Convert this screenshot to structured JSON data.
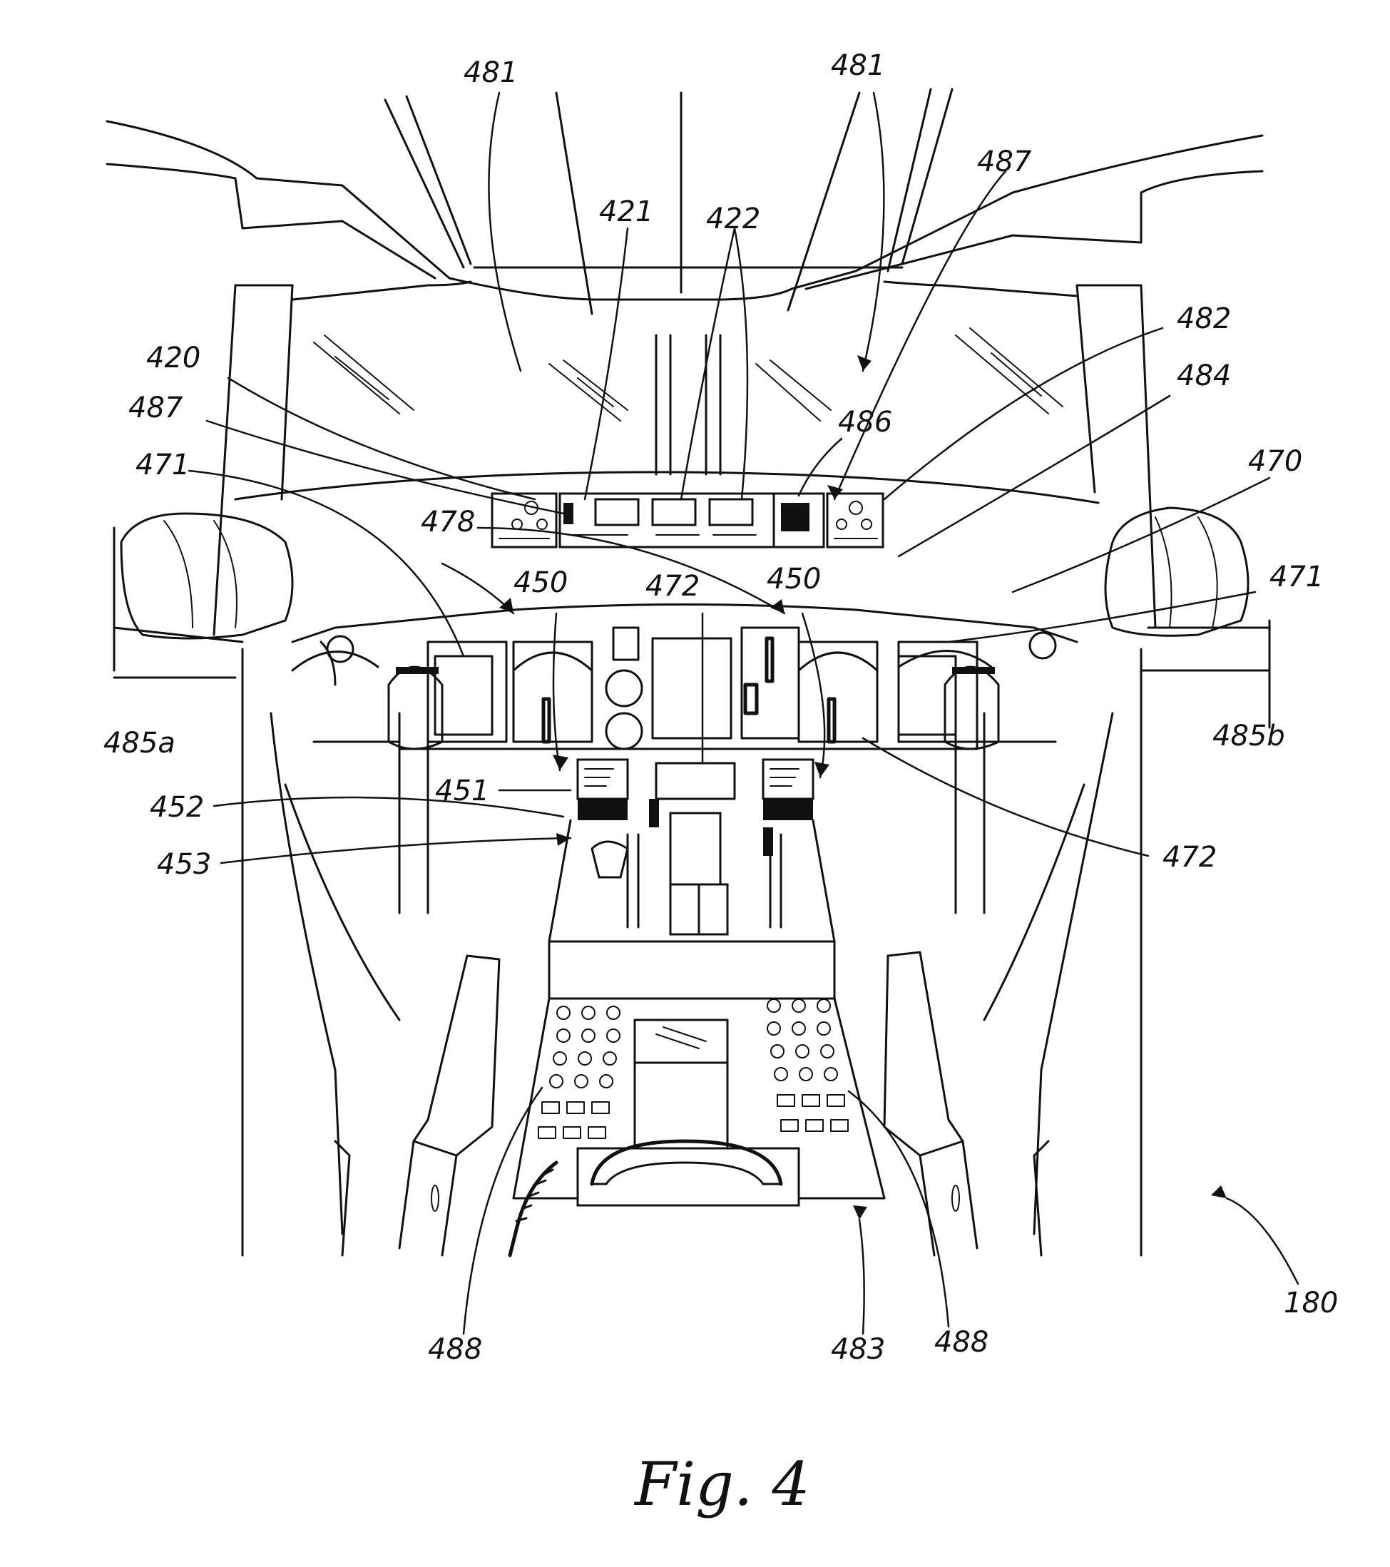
{
  "figure": {
    "caption": "Fig. 4",
    "reference_numerals": [
      {
        "id": "481a",
        "text": "481"
      },
      {
        "id": "481b",
        "text": "481"
      },
      {
        "id": "487a",
        "text": "487"
      },
      {
        "id": "487b",
        "text": "487"
      },
      {
        "id": "421",
        "text": "421"
      },
      {
        "id": "422",
        "text": "422"
      },
      {
        "id": "482",
        "text": "482"
      },
      {
        "id": "420",
        "text": "420"
      },
      {
        "id": "484",
        "text": "484"
      },
      {
        "id": "486",
        "text": "486"
      },
      {
        "id": "471a",
        "text": "471"
      },
      {
        "id": "471b",
        "text": "471"
      },
      {
        "id": "470",
        "text": "470"
      },
      {
        "id": "478",
        "text": "478"
      },
      {
        "id": "450a",
        "text": "450"
      },
      {
        "id": "450b",
        "text": "450"
      },
      {
        "id": "472a",
        "text": "472"
      },
      {
        "id": "472b",
        "text": "472"
      },
      {
        "id": "485a",
        "text": "485a"
      },
      {
        "id": "485b",
        "text": "485b"
      },
      {
        "id": "451",
        "text": "451"
      },
      {
        "id": "452",
        "text": "452"
      },
      {
        "id": "453",
        "text": "453"
      },
      {
        "id": "488a",
        "text": "488"
      },
      {
        "id": "488b",
        "text": "488"
      },
      {
        "id": "483",
        "text": "483"
      },
      {
        "id": "180",
        "text": "180"
      }
    ]
  }
}
